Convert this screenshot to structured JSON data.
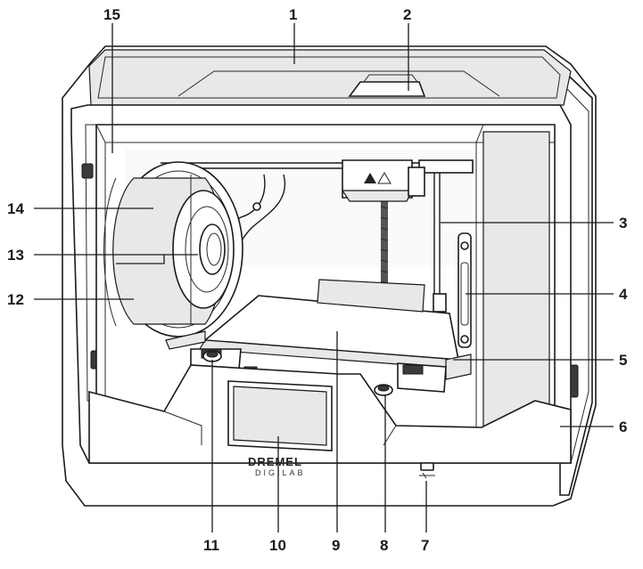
{
  "brand": {
    "name": "DREMEL",
    "sub": "DIGILAB"
  },
  "callouts": [
    {
      "id": "1",
      "label": "1"
    },
    {
      "id": "2",
      "label": "2"
    },
    {
      "id": "3",
      "label": "3"
    },
    {
      "id": "4",
      "label": "4"
    },
    {
      "id": "5",
      "label": "5"
    },
    {
      "id": "6",
      "label": "6"
    },
    {
      "id": "7",
      "label": "7"
    },
    {
      "id": "8",
      "label": "8"
    },
    {
      "id": "9",
      "label": "9"
    },
    {
      "id": "10",
      "label": "10"
    },
    {
      "id": "11",
      "label": "11"
    },
    {
      "id": "12",
      "label": "12"
    },
    {
      "id": "13",
      "label": "13"
    },
    {
      "id": "14",
      "label": "14"
    },
    {
      "id": "15",
      "label": "15"
    }
  ]
}
